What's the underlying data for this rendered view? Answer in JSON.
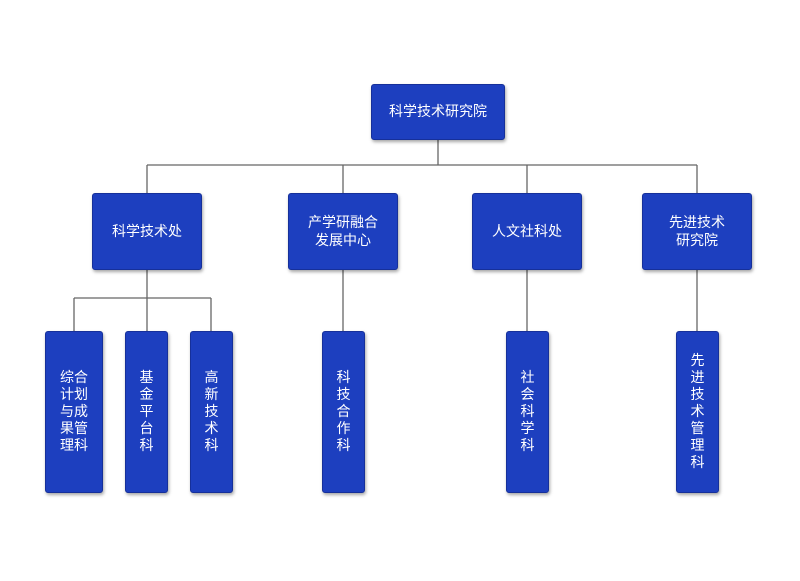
{
  "colors": {
    "node_fill": "#1d3fbf",
    "node_border": "#16309a",
    "node_text": "#ffffff",
    "connector": "#666666"
  },
  "org_chart": {
    "root": "科学技术研究院",
    "departments": [
      {
        "name": "科学技术处",
        "sections": [
          "综合计划与成果管理科",
          "基金平台科",
          "高新技术科"
        ]
      },
      {
        "name": "产学研融合\n发展中心",
        "sections": [
          "科技合作科"
        ]
      },
      {
        "name": "人文社科处",
        "sections": [
          "社会科学科"
        ]
      },
      {
        "name": "先进技术\n研究院",
        "sections": [
          "先进技术管理科"
        ]
      }
    ]
  }
}
